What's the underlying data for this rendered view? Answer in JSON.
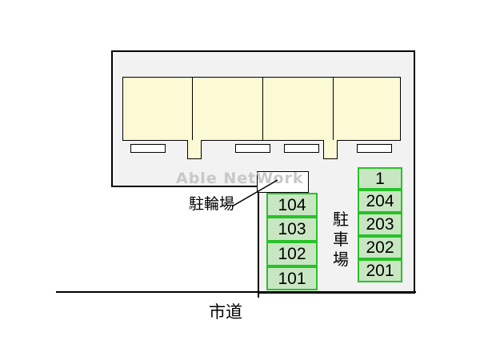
{
  "watermark": "Able NetWork",
  "bicycle_parking_label": "駐輪場",
  "parking_label": [
    "駐",
    "車",
    "場"
  ],
  "road_label": "市道",
  "left_parking_slots": [
    "104",
    "103",
    "102",
    "101"
  ],
  "right_parking_slots": [
    "1",
    "204",
    "203",
    "202",
    "201"
  ],
  "colors": {
    "building": "#fcfad4",
    "lot": "#f2f2f2",
    "slot_fill": "#c9e6c3",
    "slot_border": "#29c129"
  }
}
